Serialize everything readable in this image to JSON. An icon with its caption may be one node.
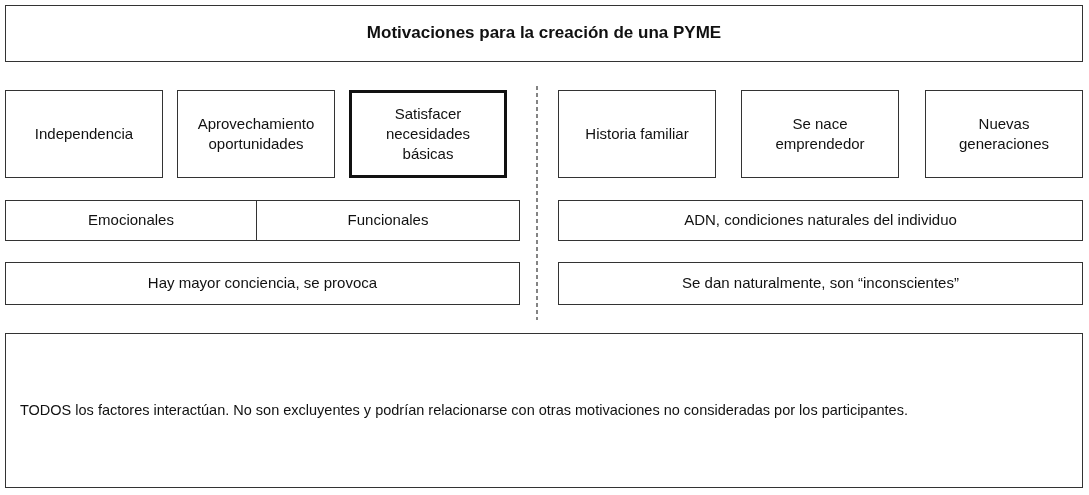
{
  "diagram": {
    "nodes": [
      {
        "text": [
          "Motivaciones para la creación de una PYME"
        ]
      },
      {
        "text": [
          "Independencia"
        ]
      },
      {
        "text": [
          "Aprovechamiento oportunidades"
        ]
      },
      {
        "text": [
          "Satisfacer necesidades básicas"
        ]
      },
      {
        "text": [
          "Historia familiar"
        ]
      },
      {
        "text": [
          "Se nace emprendedor"
        ]
      },
      {
        "text": [
          "Nuevas generaciones"
        ]
      },
      {
        "text": [
          "Emocionales"
        ]
      },
      {
        "text": [
          "Funcionales"
        ]
      },
      {
        "text": [
          "ADN, condiciones naturales del individuo"
        ]
      },
      {
        "text": [
          "Hay mayor conciencia, se provoca"
        ]
      },
      {
        "text": [
          "Se dan naturalmente, son “inconscientes”"
        ]
      },
      {
        "text": [
          "TODOS los factores interactúan.  No son excluyentes y podrían relacionarse con otras motivaciones no consideradas por los participantes."
        ]
      }
    ],
    "edges": []
  }
}
